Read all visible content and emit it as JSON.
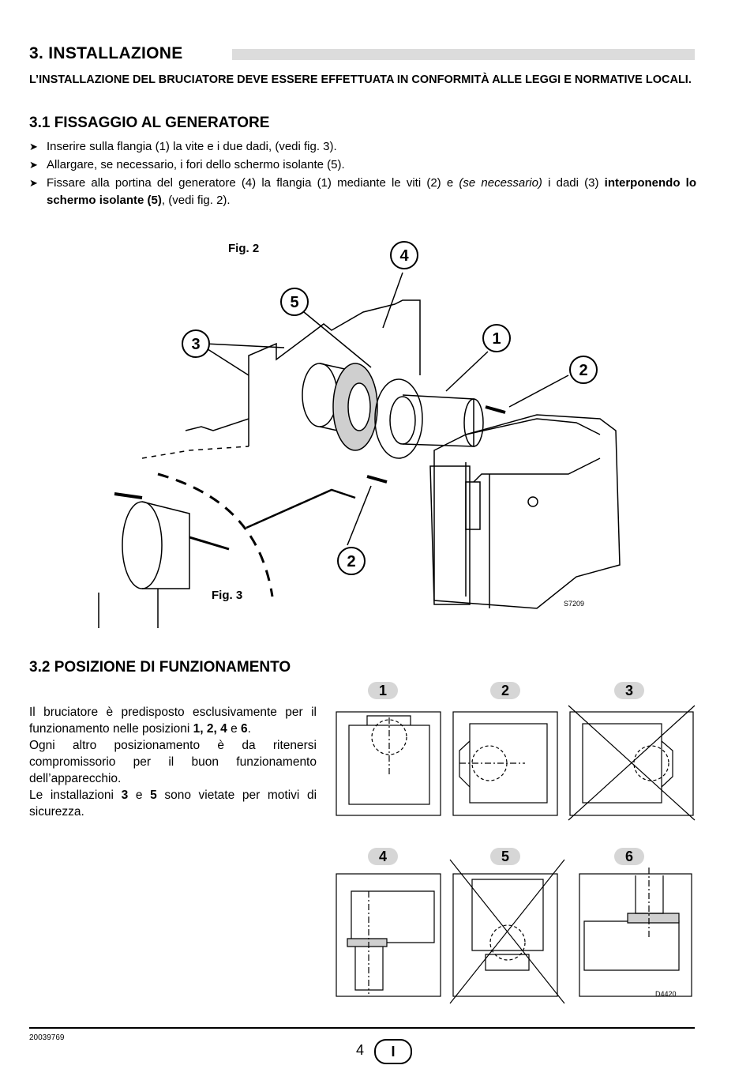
{
  "section3": {
    "title": "3.   INSTALLAZIONE"
  },
  "warning": "L’INSTALLAZIONE DEL BRUCIATORE DEVE ESSERE EFFETTUATA IN CONFORMITÀ ALLE LEGGI E NORMATIVE LOCALI.",
  "section31": {
    "title": "3.1   FISSAGGIO AL GENERATORE",
    "bullets": [
      {
        "text": "Inserire sulla flangia (1) la vite e i due dadi, (vedi fig. 3)."
      },
      {
        "text": "Allargare, se necessario, i fori dello schermo isolante (5)."
      },
      {
        "pre": "Fissare alla portina del generatore (4) la flangia (1) mediante le viti (2) e ",
        "italic": "(se necessario)",
        "mid": " i dadi (3) ",
        "bold": "interponendo lo schermo isolante (5)",
        "post": ", (vedi fig. 2)."
      }
    ],
    "arrow": "➤"
  },
  "figure": {
    "fig2_label": "Fig. 2",
    "fig3_label": "Fig. 3",
    "code": "S7209",
    "callouts": [
      "4",
      "5",
      "3",
      "1",
      "2",
      "2"
    ]
  },
  "section32": {
    "title": "3.2   POSIZIONE DI FUNZIONAMENTO",
    "p1": "Il bruciatore è predisposto esclusivamente per il funzionamento nelle posizioni ",
    "p1_bold": "1, 2, 4",
    "p1_and": " e ",
    "p1_bold2": "6",
    "p1_end": ".",
    "p2": "Ogni altro posizionamento è da ritenersi compromissorio per il buon funzionamento dell’apparecchio.",
    "p3_pre": "Le installazioni ",
    "p3_b1": "3",
    "p3_mid": " e ",
    "p3_b2": "5",
    "p3_post": " sono vietate per motivi di sicurezza.",
    "positions": [
      "1",
      "2",
      "3",
      "4",
      "5",
      "6"
    ],
    "code": "D4420"
  },
  "footer": {
    "doc_number": "20039769",
    "page": "4",
    "lang": "I"
  }
}
